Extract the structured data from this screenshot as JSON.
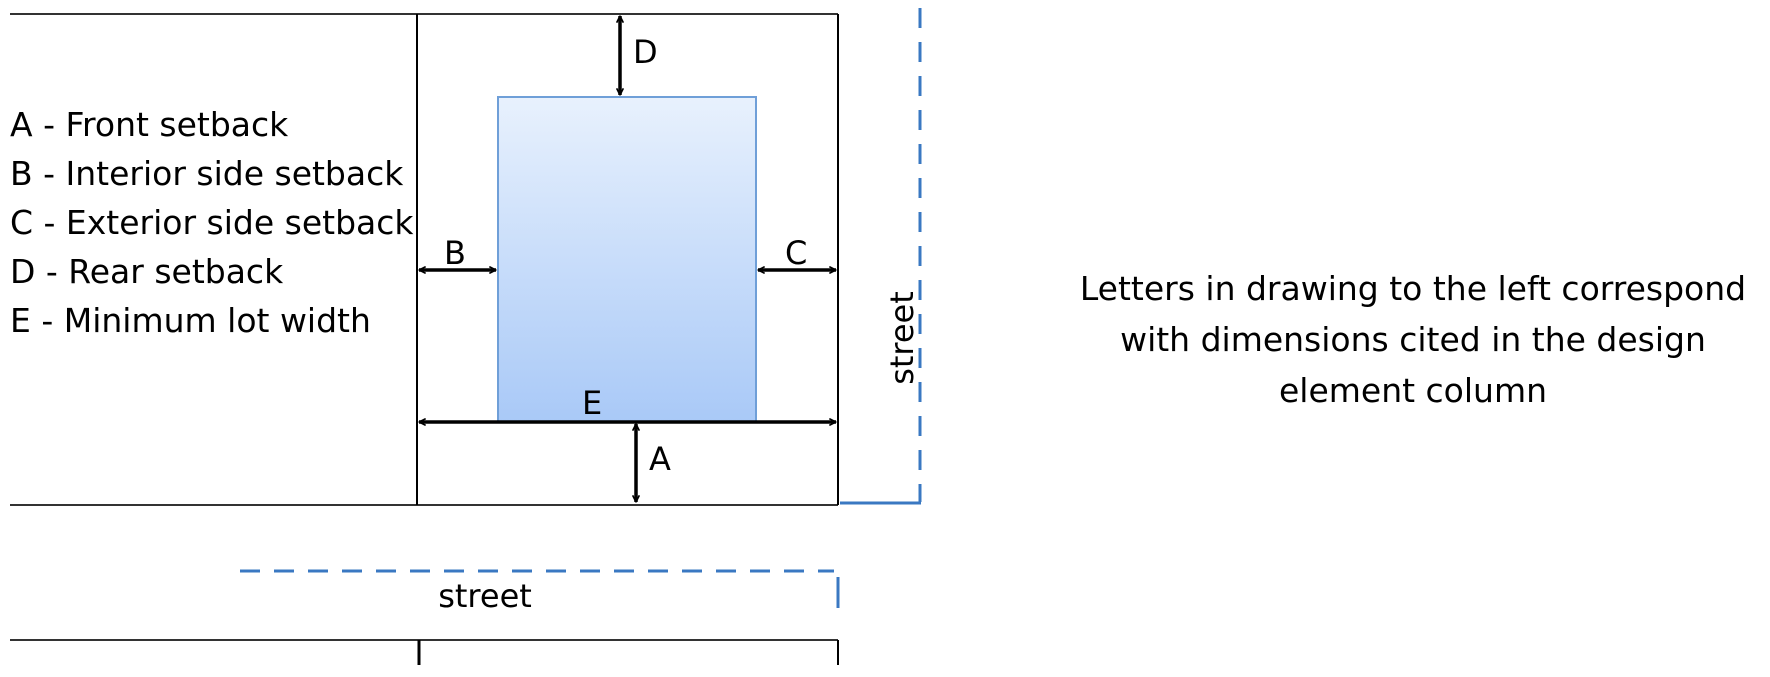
{
  "legend": {
    "items": [
      {
        "letter": "A",
        "text": "A - Front setback"
      },
      {
        "letter": "B",
        "text": "B - Interior side setback"
      },
      {
        "letter": "C",
        "text": "C - Exterior side setback"
      },
      {
        "letter": "D",
        "text": "D - Rear setback"
      },
      {
        "letter": "E",
        "text": "E - Minimum lot width"
      }
    ]
  },
  "diagram": {
    "labels": {
      "a": "A",
      "b": "B",
      "c": "C",
      "d": "D",
      "e": "E"
    },
    "street_right": "street",
    "street_bottom": "street",
    "colors": {
      "lines": "#000000",
      "street_dashes": "#3a78c2",
      "building_top": "#e8f1fd",
      "building_bottom": "#a9c9f7",
      "building_border": "#6f9fd8"
    }
  },
  "note": {
    "lines": [
      "Letters in drawing to the left correspond",
      "with dimensions cited in the design",
      "element column"
    ]
  }
}
